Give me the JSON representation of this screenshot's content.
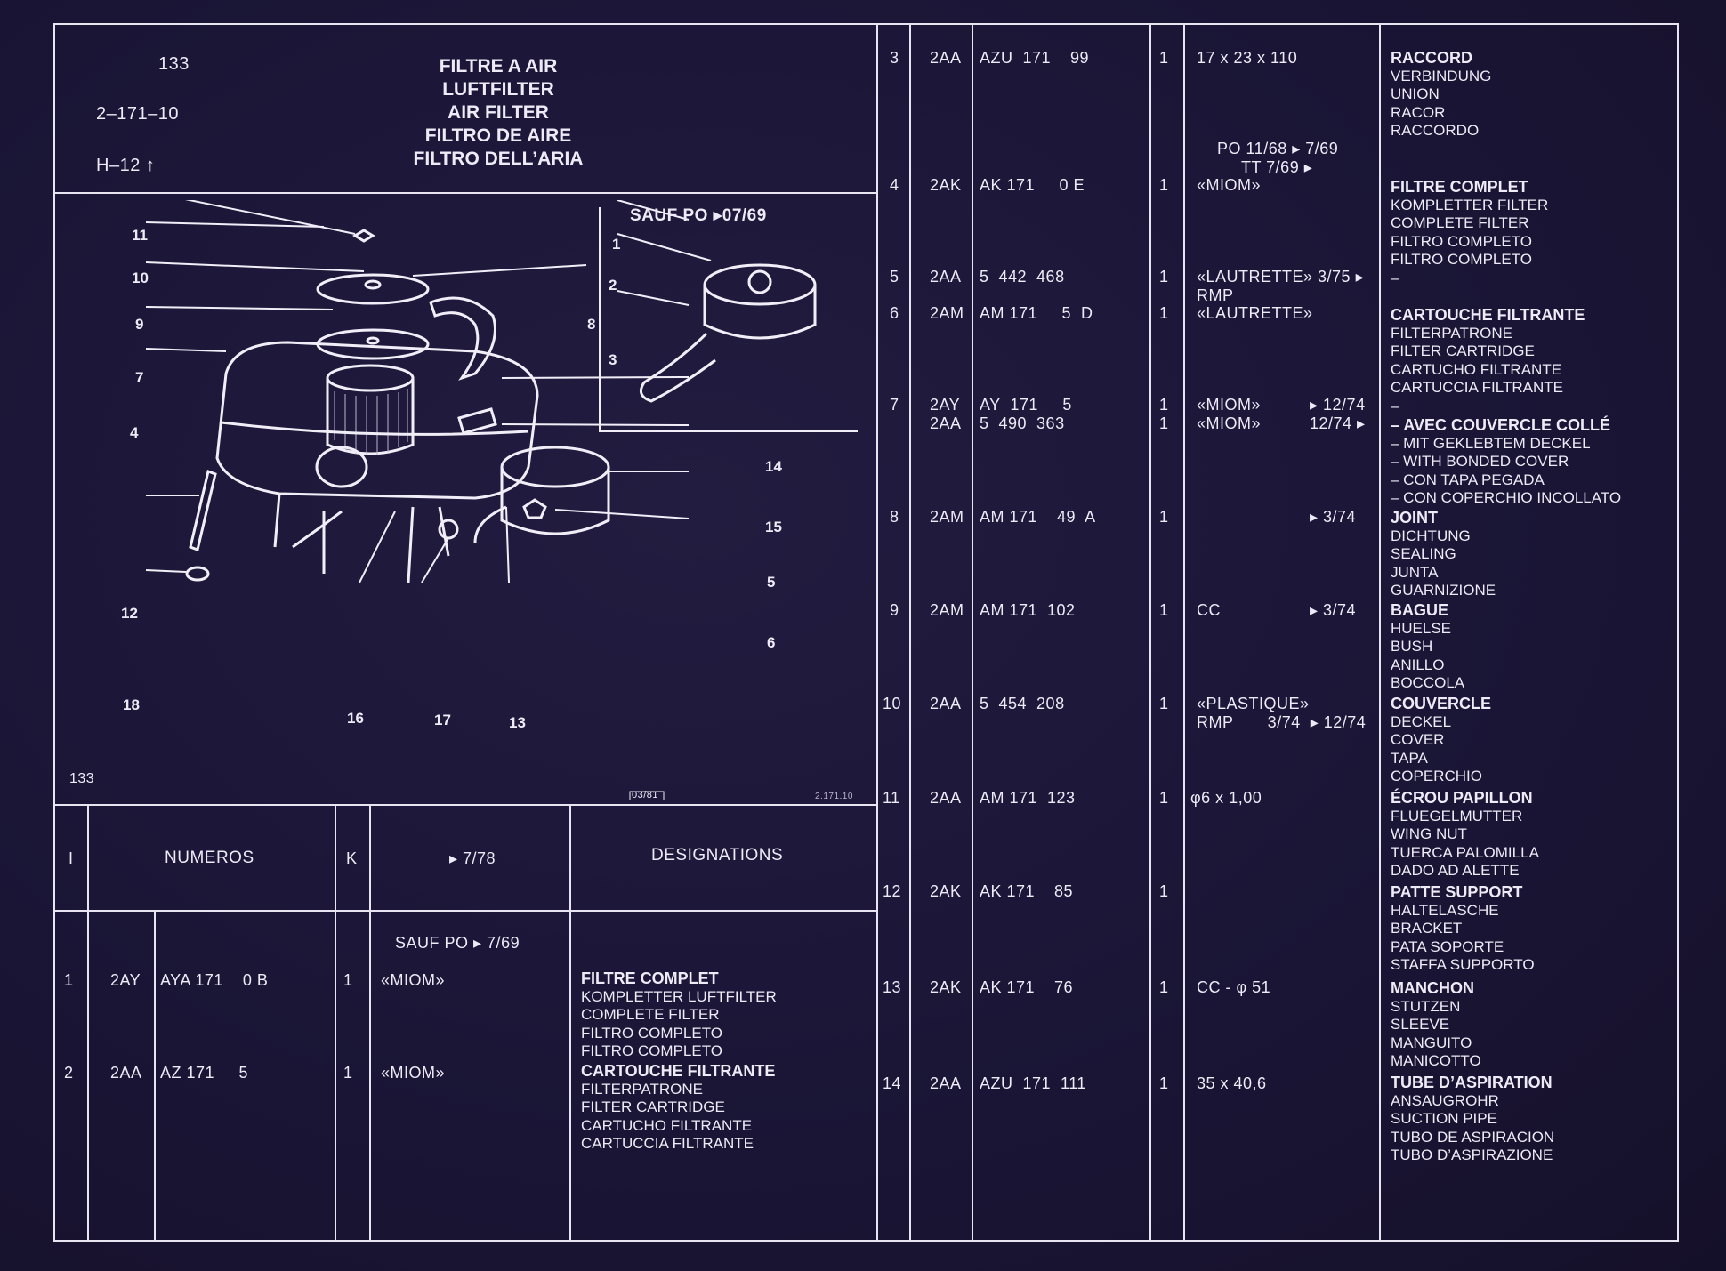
{
  "header": {
    "page_number": "133",
    "part_ref": "2–171–10",
    "grid_ref": "H–12",
    "titles": [
      "FILTRE A AIR",
      "LUFTFILTER",
      "AIR FILTER",
      "FILTRO DE AIRE",
      "FILTRO DELL’ARIA"
    ]
  },
  "illustration": {
    "inset_title": "SAUF PO ▸07/69",
    "bottom_left": "133",
    "stamp_date": "03/81",
    "stamp_ref": "2.171.10",
    "callouts": [
      "11",
      "10",
      "9",
      "8",
      "7",
      "4",
      "14",
      "15",
      "5",
      "6",
      "12",
      "18",
      "16",
      "17",
      "13",
      "1",
      "2",
      "3"
    ]
  },
  "columns": {
    "i": "I",
    "numeros": "NUMEROS",
    "k": "K",
    "date": "▸ 7/78",
    "designations": "DESIGNATIONS"
  },
  "left_note": "SAUF PO ▸ 7/69",
  "left_rows": [
    {
      "i": "1",
      "code": "2AY",
      "num": "AYA 171    0 B",
      "k": "1",
      "note": "«MIOM»",
      "designation": [
        "FILTRE COMPLET",
        "KOMPLETTER LUFTFILTER",
        "COMPLETE FILTER",
        "FILTRO COMPLETO",
        "FILTRO COMPLETO"
      ]
    },
    {
      "i": "2",
      "code": "2AA",
      "num": "AZ 171     5",
      "k": "1",
      "note": "«MIOM»",
      "designation": [
        "CARTOUCHE FILTRANTE",
        "FILTERPATRONE",
        "FILTER CARTRIDGE",
        "CARTUCHO FILTRANTE",
        "CARTUCCIA FILTRANTE"
      ]
    }
  ],
  "right_rows": [
    {
      "i": "3",
      "code": "2AA",
      "num": "AZU  171    99",
      "k": "1",
      "note": "17 x 23 x 110",
      "note2": "PO 11/68 ▸ 7/69",
      "note3": "TT 7/69 ▸",
      "designation": [
        "RACCORD",
        "VERBINDUNG",
        "UNION",
        "RACOR",
        "RACCORDO"
      ]
    },
    {
      "i": "4",
      "code": "2AK",
      "num": "AK 171     0 E",
      "k": "1",
      "note": "«MIOM»",
      "designation": [
        "FILTRE COMPLET",
        "KOMPLETTER FILTER",
        "COMPLETE FILTER",
        "FILTRO COMPLETO",
        "FILTRO COMPLETO"
      ]
    },
    {
      "i": "5",
      "code": "2AA",
      "num": "5  442  468",
      "k": "1",
      "note": "«LAUTRETTE» 3/75 ▸",
      "note2": "RMP",
      "designation": [
        "–"
      ]
    },
    {
      "i": "6",
      "code": "2AM",
      "num": "AM 171     5  D",
      "k": "1",
      "note": "«LAUTRETTE»",
      "designation": [
        "CARTOUCHE FILTRANTE",
        "FILTERPATRONE",
        "FILTER CARTRIDGE",
        "CARTUCHO FILTRANTE",
        "CARTUCCIA FILTRANTE",
        "–"
      ]
    },
    {
      "i": "7",
      "code": "2AY",
      "num": "AY  171     5",
      "k": "1",
      "note": "«MIOM»",
      "note_r": "▸ 12/74",
      "code2": "2AA",
      "num2": "5  490  363",
      "k2": "1",
      "note_b": "«MIOM»",
      "note_br": "12/74 ▸",
      "designation": [
        "– AVEC COUVERCLE COLLÉ",
        "– MIT GEKLEBTEM DECKEL",
        "– WITH BONDED COVER",
        "– CON TAPA PEGADA",
        "– CON COPERCHIO INCOLLATO"
      ]
    },
    {
      "i": "8",
      "code": "2AM",
      "num": "AM 171    49  A",
      "k": "1",
      "note_r": "▸ 3/74",
      "designation": [
        "JOINT",
        "DICHTUNG",
        "SEALING",
        "JUNTA",
        "GUARNIZIONE"
      ]
    },
    {
      "i": "9",
      "code": "2AM",
      "num": "AM 171  102",
      "k": "1",
      "note": "CC",
      "note_r": "▸ 3/74",
      "designation": [
        "BAGUE",
        "HUELSE",
        "BUSH",
        "ANILLO",
        "BOCCOLA"
      ]
    },
    {
      "i": "10",
      "code": "2AA",
      "num": "5  454  208",
      "k": "1",
      "note": "«PLASTIQUE»",
      "note2": "RMP       3/74  ▸ 12/74",
      "designation": [
        "COUVERCLE",
        "DECKEL",
        "COVER",
        "TAPA",
        "COPERCHIO"
      ]
    },
    {
      "i": "11",
      "code": "2AA",
      "num": "AM 171  123",
      "k": "1",
      "note": "φ6 x 1,00",
      "designation": [
        "ÉCROU PAPILLON",
        "FLUEGELMUTTER",
        "WING NUT",
        "TUERCA PALOMILLA",
        "DADO AD ALETTE"
      ]
    },
    {
      "i": "12",
      "code": "2AK",
      "num": "AK 171    85",
      "k": "1",
      "designation": [
        "PATTE SUPPORT",
        "HALTELASCHE",
        "BRACKET",
        "PATA SOPORTE",
        "STAFFA SUPPORTO"
      ]
    },
    {
      "i": "13",
      "code": "2AK",
      "num": "AK 171    76",
      "k": "1",
      "note": "CC - φ 51",
      "designation": [
        "MANCHON",
        "STUTZEN",
        "SLEEVE",
        "MANGUITO",
        "MANICOTTO"
      ]
    },
    {
      "i": "14",
      "code": "2AA",
      "num": "AZU  171  111",
      "k": "1",
      "note": "35 x 40,6",
      "designation": [
        "TUBE D’ASPIRATION",
        "ANSAUGROHR",
        "SUCTION PIPE",
        "TUBO DE ASPIRACION",
        "TUBO D’ASPIRAZIONE"
      ]
    }
  ]
}
